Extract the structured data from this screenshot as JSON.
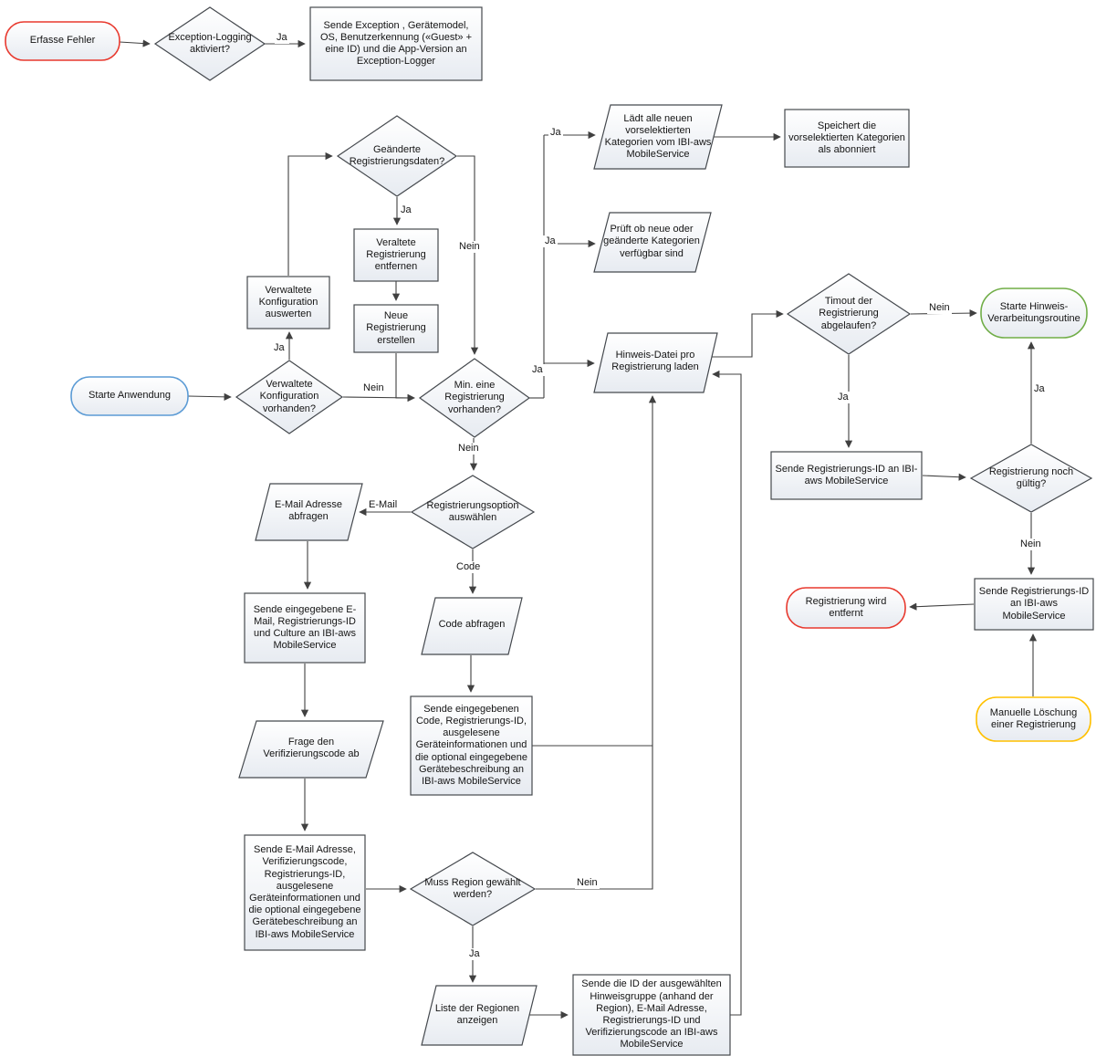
{
  "edge_labels": {
    "ja": "Ja",
    "nein": "Nein",
    "email": "E-Mail",
    "code": "Code"
  },
  "colors": {
    "shape_stroke": "#45494e",
    "edge": "#404040",
    "terminator_red": "#e8392e",
    "terminator_blue": "#5b9bd5",
    "terminator_green": "#70ad47",
    "terminator_orange": "#ffc000"
  },
  "nodes": {
    "erfasse_fehler": {
      "label": "Erfasse Fehler"
    },
    "exception_logging": {
      "label": "Exception-Logging aktiviert?"
    },
    "sende_exception": {
      "label": "Sende Exception , Gerätemodel, OS, Benutzerkennung («Guest» + eine ID) und die App-Version an Exception-Logger"
    },
    "laedt_kategorien": {
      "label": "Lädt alle neuen vorselektierten Kategorien vom IBI-aws MobileService"
    },
    "speichert_kategorien": {
      "label": "Speichert die vorselektierten Kategorien als abonniert"
    },
    "prueft_kategorien": {
      "label": "Prüft ob neue oder geänderte Kategorien verfügbar sind"
    },
    "geaenderte_registrierungsdaten": {
      "label": "Geänderte Registrierungsdaten?"
    },
    "veraltete_registrierung": {
      "label": "Veraltete Registrierung entfernen"
    },
    "neue_registrierung": {
      "label": "Neue Registrierung erstellen"
    },
    "verwaltete_auswerten": {
      "label": "Verwaltete Konfiguration auswerten"
    },
    "starte_anwendung": {
      "label": "Starte Anwendung"
    },
    "verwaltete_vorhanden": {
      "label": "Verwaltete Konfiguration vorhanden?"
    },
    "min_eine_registrierung": {
      "label": "Min. eine Registrierung vorhanden?"
    },
    "hinweis_datei": {
      "label": "Hinweis-Datei pro Registrierung laden"
    },
    "timout": {
      "label": "Timout der Registrierung abgelaufen?"
    },
    "starte_hinweisroutine": {
      "label": "Starte Hinweis-Verarbeitungsroutine"
    },
    "sende_regid_1": {
      "label": "Sende Registrierungs-ID an IBI-aws MobileService"
    },
    "registrierung_gueltig": {
      "label": "Registrierung noch gültig?"
    },
    "sende_regid_2": {
      "label": "Sende Registrierungs-ID an IBI-aws MobileService"
    },
    "registrierung_entfernt": {
      "label": "Registrierung wird entfernt"
    },
    "manuelle_loeschung": {
      "label": "Manuelle Löschung einer Registrierung"
    },
    "registrierungsoption": {
      "label": "Registrierungsoption auswählen"
    },
    "email_adresse": {
      "label": "E-Mail Adresse abfragen"
    },
    "sende_email": {
      "label": "Sende eingegebene E-Mail, Registrierungs-ID und Culture an IBI-aws MobileService"
    },
    "frage_verifizierungscode": {
      "label": "Frage den Verifizierungscode ab"
    },
    "sende_email_verifizierung": {
      "label": "Sende E-Mail Adresse, Verifizierungscode, Registrierungs-ID, ausgelesene Geräteinformationen und die optional eingegebene Gerätebeschreibung  an IBI-aws MobileService"
    },
    "muss_region": {
      "label": "Muss Region gewählt werden?"
    },
    "code_abfragen": {
      "label": "Code abfragen"
    },
    "sende_code": {
      "label": "Sende eingegebenen Code, Registrierungs-ID, ausgelesene Geräteinformationen und die optional eingegebene Gerätebeschreibung  an IBI-aws MobileService"
    },
    "liste_regionen": {
      "label": "Liste der Regionen anzeigen"
    },
    "sende_hinweisgruppe": {
      "label": "Sende die ID der ausgewählten Hinweisgruppe (anhand der Region), E-Mail Adresse, Registrierungs-ID und Verifizierungscode an IBI-aws MobileService"
    }
  }
}
